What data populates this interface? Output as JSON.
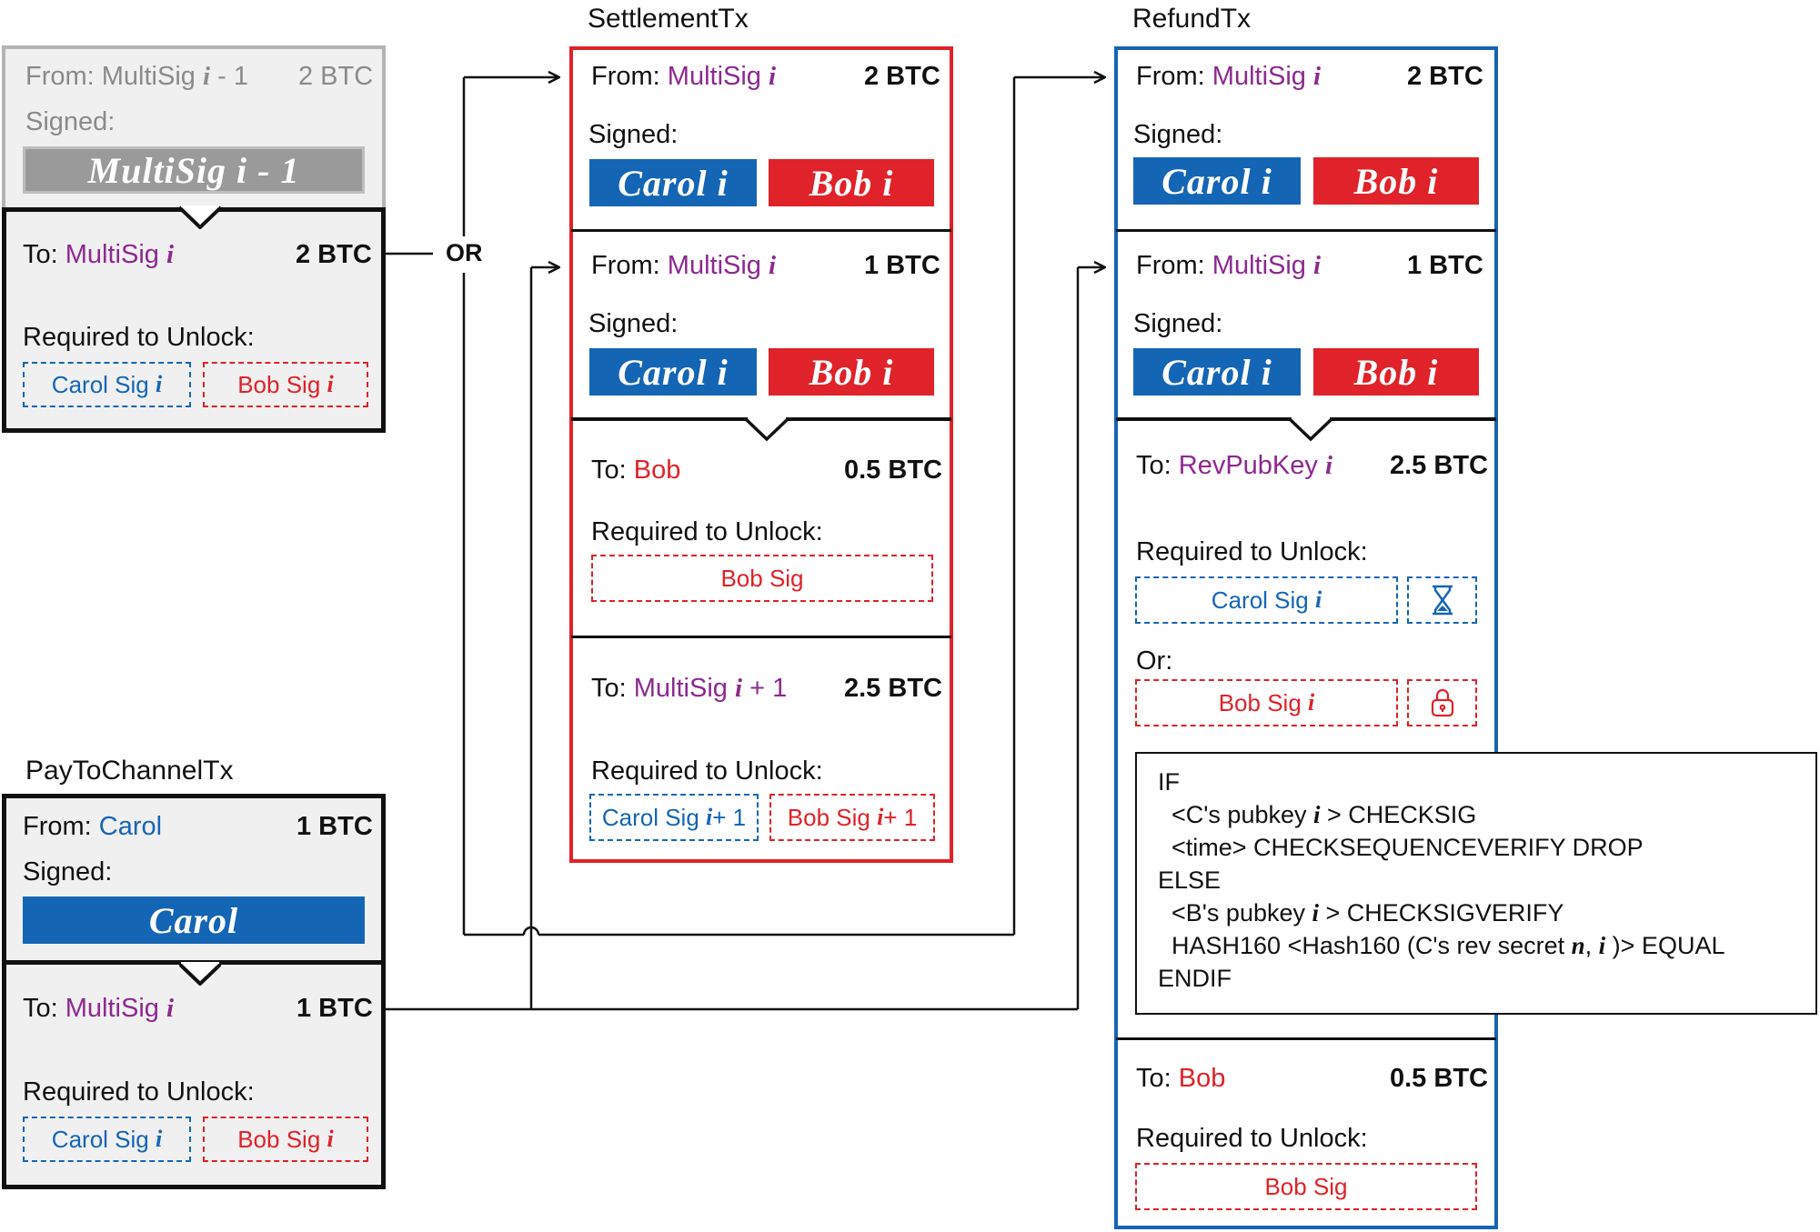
{
  "titles": {
    "settlement": "SettlementTx",
    "refund": "RefundTx",
    "pay_to_channel": "PayToChannelTx"
  },
  "or_label": "OR",
  "prev_tx": {
    "from_label": "From: MultiSig",
    "from_suffix": " - 1",
    "amount": "2 BTC",
    "signed_label": "Signed:",
    "sig": "MultiSig i - 1",
    "to_label": "To: ",
    "to_value": "MultiSig",
    "to_amount": "2 BTC",
    "required_label": "Required to Unlock:",
    "req1": "Carol Sig",
    "req2": "Bob Sig"
  },
  "pay_to_channel": {
    "from_label": "From: ",
    "from_value": "Carol",
    "amount": "1 BTC",
    "signed_label": "Signed:",
    "sig": "Carol",
    "to_label": "To: ",
    "to_value": "MultiSig",
    "to_amount": "1 BTC",
    "required_label": "Required to Unlock:",
    "req1": "Carol Sig",
    "req2": "Bob Sig"
  },
  "settlement": {
    "in1": {
      "from_label": "From: ",
      "from_value": "MultiSig",
      "amount": "2 BTC",
      "signed_label": "Signed:",
      "sig1": "Carol i",
      "sig2": "Bob i"
    },
    "in2": {
      "from_label": "From: ",
      "from_value": "MultiSig",
      "amount": "1 BTC",
      "signed_label": "Signed:",
      "sig1": "Carol i",
      "sig2": "Bob i"
    },
    "out1": {
      "to_label": "To: ",
      "to_value": "Bob",
      "amount": "0.5 BTC",
      "required_label": "Required to Unlock:",
      "req": "Bob Sig"
    },
    "out2": {
      "to_label": "To: ",
      "to_value": "MultiSig",
      "to_suffix": " + 1",
      "amount": "2.5 BTC",
      "required_label": "Required to Unlock:",
      "req1": "Carol Sig",
      "req1_suffix": " + 1",
      "req2": "Bob Sig",
      "req2_suffix": " + 1"
    }
  },
  "refund": {
    "in1": {
      "from_label": "From: ",
      "from_value": "MultiSig",
      "amount": "2 BTC",
      "signed_label": "Signed:",
      "sig1": "Carol i",
      "sig2": "Bob i"
    },
    "in2": {
      "from_label": "From: ",
      "from_value": "MultiSig",
      "amount": "1 BTC",
      "signed_label": "Signed:",
      "sig1": "Carol i",
      "sig2": "Bob i"
    },
    "out1": {
      "to_label": "To: ",
      "to_value": "RevPubKey",
      "amount": "2.5 BTC",
      "required_label": "Required to Unlock:",
      "req1": "Carol Sig",
      "or_label": "Or:",
      "req2": "Bob Sig"
    },
    "out2": {
      "to_label": "To: ",
      "to_value": "Bob",
      "amount": "0.5 BTC",
      "required_label": "Required to Unlock:",
      "req": "Bob Sig"
    }
  },
  "script": {
    "l1": "IF",
    "l2a": "  <C's pubkey ",
    "l2b": " > CHECKSIG",
    "l3": "  <time> CHECKSEQUENCEVERIFY DROP",
    "l4": "ELSE",
    "l5a": "  <B's pubkey ",
    "l5b": " > CHECKSIGVERIFY",
    "l6a": "  HASH160 <Hash160 (C's rev secret ",
    "l6b": " )> EQUAL",
    "l7": "ENDIF"
  },
  "glyphs": {
    "i": "i",
    "n": "n"
  },
  "colors": {
    "purple": "#8b2a8f",
    "blue": "#1565b5",
    "red": "#e0222a",
    "grey": "#9a9a9a"
  }
}
